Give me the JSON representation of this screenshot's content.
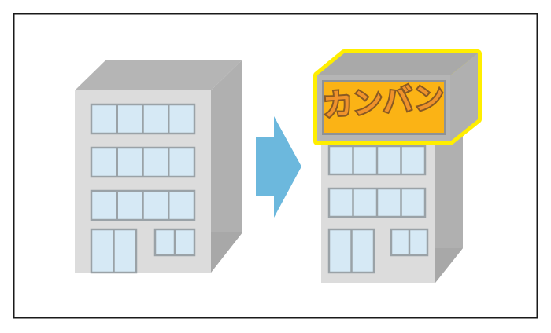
{
  "scene": {
    "title": "Building signage illustration",
    "description": "A plain office building transforms into the same building with a large signboard installed on the roof",
    "frame": {
      "border_color": "#1a1a1a",
      "background_color": "#ffffff"
    }
  },
  "left_building": {
    "name": "plain-building",
    "label": "",
    "floors": 4,
    "colors": {
      "facade": "#dcdcdc",
      "roof": "#b5b5b5",
      "side": "#b0b0b0",
      "window_fill": "#d6e9f5",
      "window_border": "#9aa2a7"
    },
    "window_rows": [
      4,
      4,
      4
    ],
    "ground_floor": {
      "entrance_panes": 2,
      "side_window_panes": 2
    }
  },
  "arrow": {
    "name": "transformation-arrow",
    "direction": "right",
    "color": "#6cb8dd"
  },
  "right_building": {
    "name": "building-with-signboard",
    "floors": 3,
    "colors": {
      "facade": "#dcdcdc",
      "roof": "#b5b5b5",
      "side": "#b0b0b0",
      "window_fill": "#d6e9f5",
      "window_border": "#9aa2a7"
    },
    "window_rows": [
      4,
      4
    ],
    "ground_floor": {
      "entrance_panes": 2,
      "side_window_panes": 2
    },
    "signboard": {
      "name": "rooftop-signboard",
      "text": "カンバン",
      "text_color": "#f0922b",
      "text_outline_color": "#8a5a22",
      "panel_color": "#fbb315",
      "panel_inner_color": "#ffc324",
      "frame_color": "#b5b5b5",
      "top_color": "#a9a9a9",
      "side_color": "#b0b0b0",
      "highlight_color": "#ffee00"
    }
  }
}
